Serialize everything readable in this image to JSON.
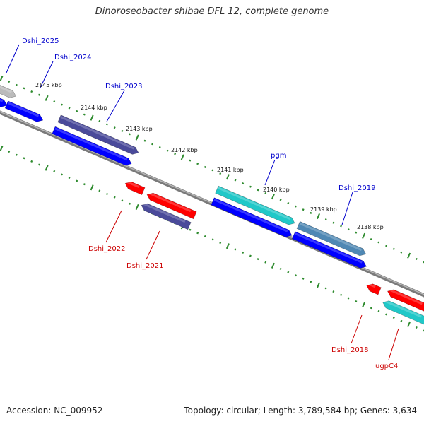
{
  "title": "Dinoroseobacter shibae DFL 12, complete genome",
  "footer": {
    "accession": "Accession: NC_009952",
    "summary": "Topology: circular; Length: 3,789,584 bp; Genes: 3,634"
  },
  "colors": {
    "backbone": "#7a7a7a",
    "tick": "#2e8b2e",
    "forward_label": "#0000cc",
    "reverse_label": "#cc0000",
    "blue": "#0000ff",
    "slate": "#4a4a9a",
    "cyan": "#20c8c8",
    "steel": "#4f88b4",
    "red": "#ff0000",
    "grey": "#bbbbbb"
  },
  "kbp_markers": [
    "2145 kbp",
    "2144 kbp",
    "2143 kbp",
    "2142 kbp",
    "2141 kbp",
    "2140 kbp",
    "2139 kbp",
    "2138 kbp"
  ],
  "gene_labels": {
    "forward": [
      "Dshi_2025",
      "Dshi_2024",
      "Dshi_2023",
      "pgm",
      "Dshi_2019"
    ],
    "reverse": [
      "Dshi_2022",
      "Dshi_2021",
      "Dshi_2018",
      "ugpC4"
    ]
  }
}
